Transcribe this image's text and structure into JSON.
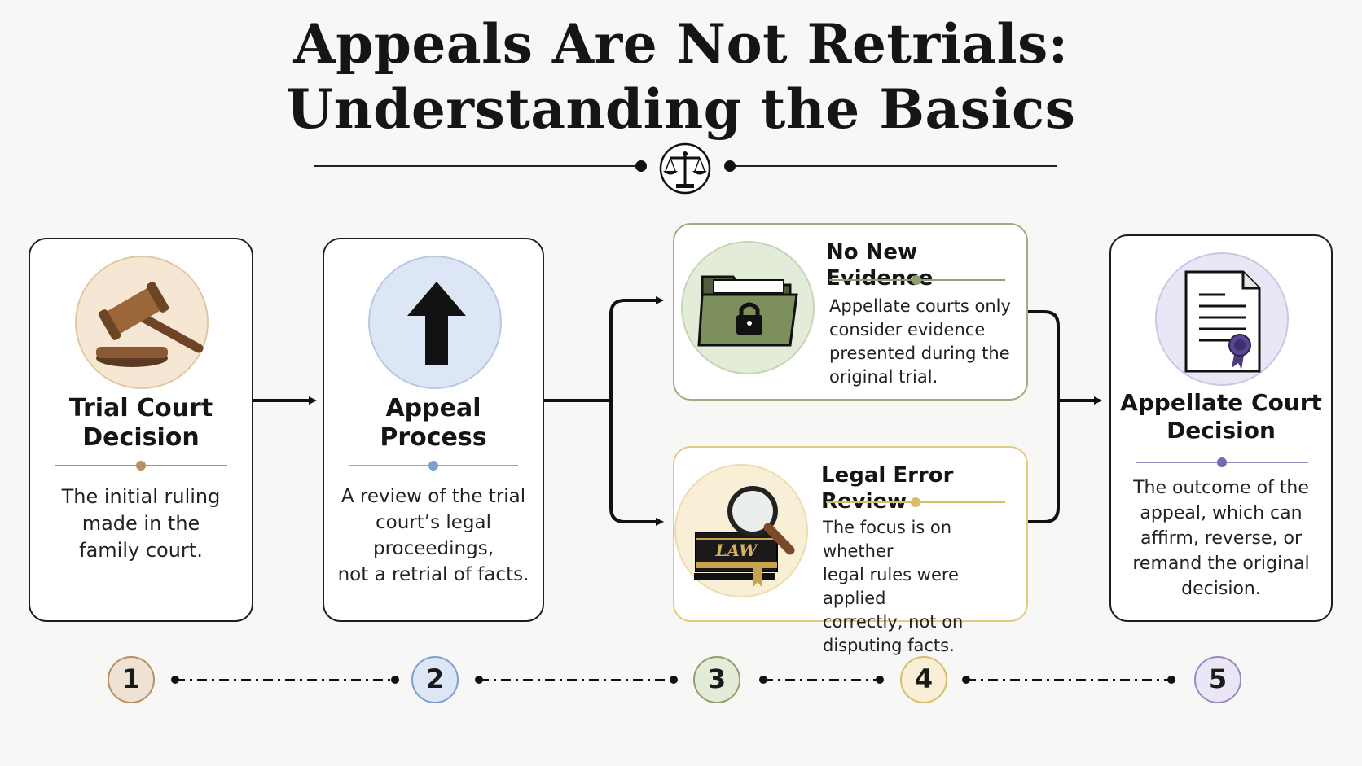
{
  "title": {
    "line1": "Appeals Are Not Retrials:",
    "line2": "Understanding the Basics"
  },
  "header_icon": "scales-of-justice-icon",
  "cards": {
    "trial": {
      "icon": "gavel-icon",
      "title_line1": "Trial Court",
      "title_line2": "Decision",
      "desc": [
        "The initial ruling",
        "made in the",
        "family court."
      ],
      "accent": "#b78f62",
      "circle_fill": "#f6e7d4"
    },
    "appeal": {
      "icon": "up-arrow-icon",
      "title_line1": "Appeal",
      "title_line2": "Process",
      "desc": [
        "A review of the trial",
        "court’s legal",
        "proceedings,",
        "not a retrial of facts."
      ],
      "accent": "#8fa9cf",
      "circle_fill": "#dde6f4"
    },
    "evidence": {
      "icon": "locked-folder-icon",
      "title": "No New Evidence",
      "desc": [
        "Appellate courts only",
        "consider evidence",
        "presented during the",
        "original trial."
      ],
      "accent": "#8ea06e",
      "circle_fill": "#e3ebd9"
    },
    "legal_error": {
      "icon": "law-book-magnifier-icon",
      "title": "Legal Error Review",
      "desc": [
        "The focus is on whether",
        "legal rules were applied",
        "correctly, not on",
        "disputing facts."
      ],
      "book_text": "LAW",
      "accent": "#d7bd6a",
      "circle_fill": "#f8efd6"
    },
    "appellate": {
      "icon": "certificate-document-icon",
      "title_line1": "Appellate Court",
      "title_line2": "Decision",
      "desc": [
        "The outcome of the",
        "appeal, which can",
        "affirm, reverse, or",
        "remand the original",
        "decision."
      ],
      "accent": "#9a8ac2",
      "circle_fill": "#ebe6f5"
    }
  },
  "steps": [
    {
      "label": "1",
      "color": "#b78f62",
      "fill": "#efe2d2"
    },
    {
      "label": "2",
      "color": "#7d9fcc",
      "fill": "#dde6f4"
    },
    {
      "label": "3",
      "color": "#8ea06e",
      "fill": "#e3ebd9"
    },
    {
      "label": "4",
      "color": "#d7bd6a",
      "fill": "#f8efd6"
    },
    {
      "label": "5",
      "color": "#9a8ac2",
      "fill": "#ebe6f5"
    }
  ]
}
